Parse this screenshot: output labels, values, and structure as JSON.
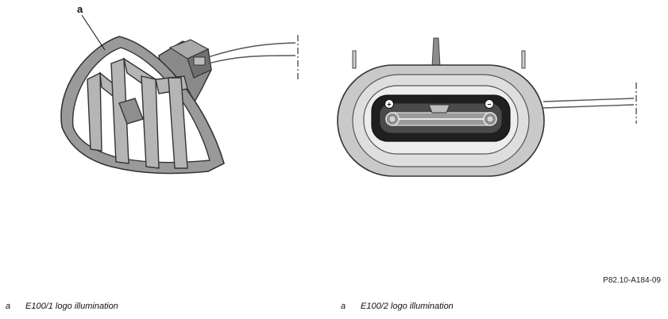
{
  "figure": {
    "callout_label": "a",
    "reference_code": "P82.10-A184-09"
  },
  "legend": [
    {
      "key": "a",
      "text": "E100/1 logo illumination"
    },
    {
      "key": "a",
      "text": "E100/2 logo illumination"
    }
  ],
  "connector_marks": {
    "plus": "+",
    "minus": "−"
  },
  "colors": {
    "body_gray": "#c9c9c9",
    "dark_gray": "#6a6a6a",
    "outline": "#333333",
    "black": "#1a1a1a"
  }
}
